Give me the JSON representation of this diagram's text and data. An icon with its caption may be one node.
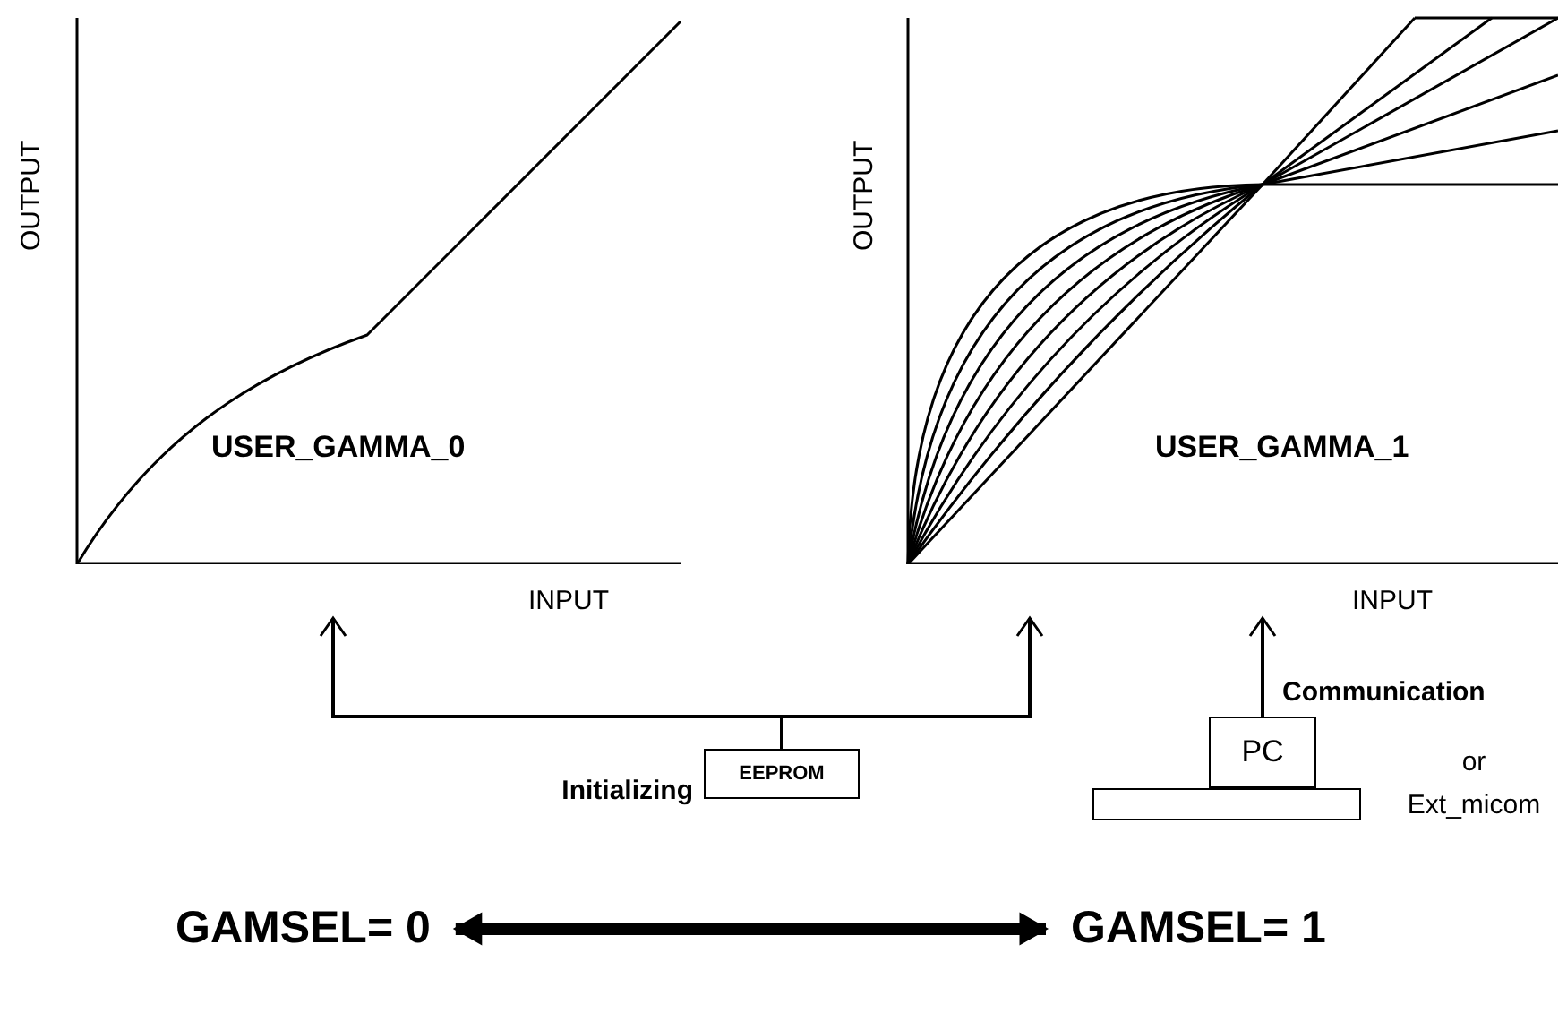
{
  "diagram": {
    "nodes": [
      {
        "text": [
          "USER_GAMMA_0"
        ]
      },
      {
        "text": [
          "USER_GAMMA_1"
        ]
      },
      {
        "text": [
          "EEPROM"
        ],
        "beside": [
          "Initializing"
        ]
      },
      {
        "text": [
          "PC"
        ]
      },
      {
        "text": [],
        "shape": "box"
      },
      {
        "text": [
          "GAMSEL= 0"
        ]
      },
      {
        "text": [
          "GAMSEL= 1"
        ]
      }
    ],
    "edges": [
      {
        "from": 2,
        "to": 0,
        "arrow": "to"
      },
      {
        "from": 2,
        "to": 1,
        "arrow": "to"
      },
      {
        "from": 3,
        "to": 1,
        "arrow": "to",
        "label": "Communication"
      },
      {
        "from": 5,
        "to": 6,
        "arrow": "both",
        "style": "thick"
      }
    ],
    "labels": [
      "OUTPUT",
      "OUTPUT",
      "INPUT",
      "INPUT",
      "or Ext_micom"
    ]
  }
}
